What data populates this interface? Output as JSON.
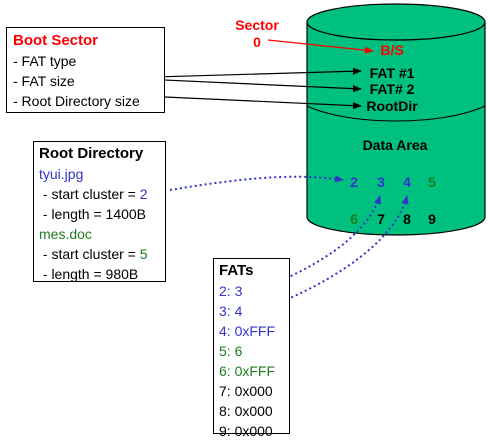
{
  "colors": {
    "cylinder_fill": "#00C07F",
    "red": "#FF0000",
    "blue": "#3333CC",
    "green": "#1E7D1E",
    "black": "#000000"
  },
  "sector_label": {
    "line1": "Sector",
    "line2": "0"
  },
  "cylinder": {
    "bs": "B/S",
    "fat1": "FAT #1",
    "fat2": "FAT# 2",
    "rootdir": "RootDir",
    "data_area": "Data Area",
    "clusters_row1": [
      "2",
      "3",
      "4",
      "5"
    ],
    "clusters_row2": [
      "6",
      "7",
      "8",
      "9"
    ]
  },
  "boot_sector": {
    "title": "Boot Sector",
    "items": [
      "- FAT type",
      "- FAT size",
      "- Root Directory size"
    ]
  },
  "root_directory": {
    "title": "Root Directory",
    "file1": "tyui.jpg",
    "file1_cluster_prefix": "- start cluster = ",
    "file1_cluster": "2",
    "file1_length": "- length = 1400B",
    "file2": "mes.doc",
    "file2_cluster_prefix": "- start cluster = ",
    "file2_cluster": "5",
    "file2_length": "- length = 980B"
  },
  "fats": {
    "title": "FATs",
    "entries": [
      "2: 3",
      "3: 4",
      "4: 0xFFF",
      "5: 6",
      "6: 0xFFF",
      "7: 0x000",
      "8: 0x000",
      "9: 0x000"
    ],
    "entry_colors": [
      "blue",
      "blue",
      "blue",
      "green",
      "green",
      "black",
      "black",
      "black"
    ]
  }
}
